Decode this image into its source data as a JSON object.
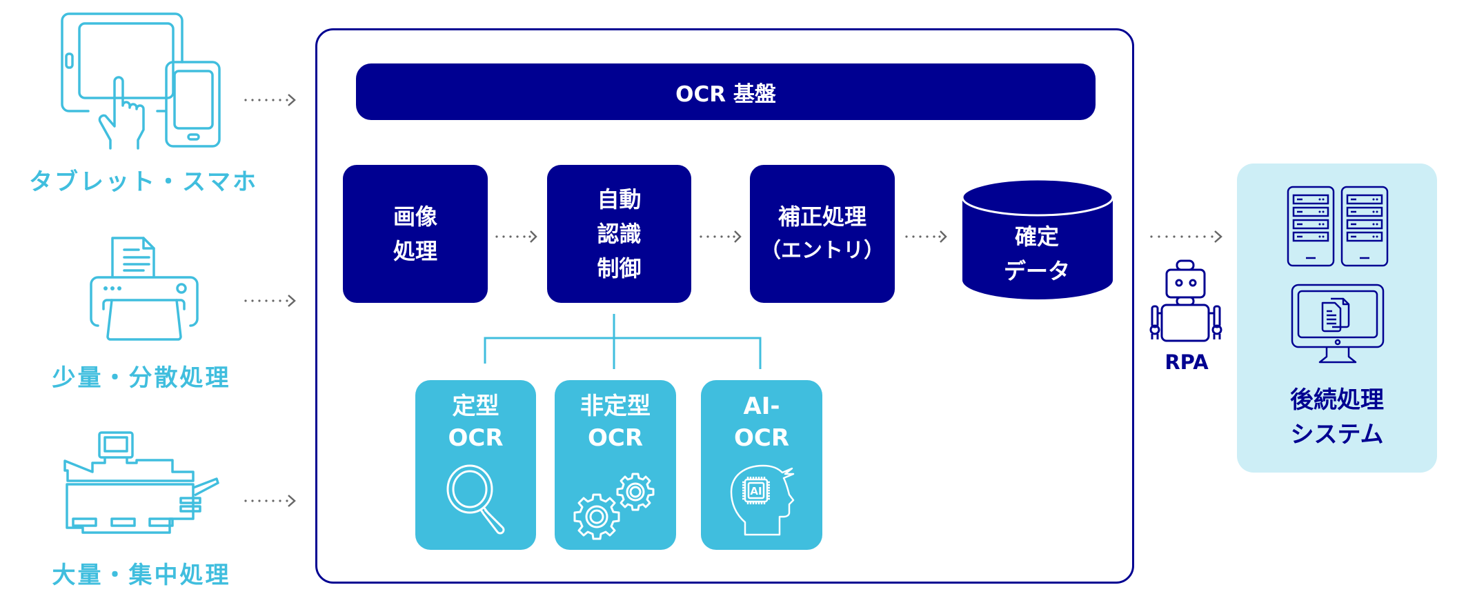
{
  "title": "OCR 基盤",
  "colors": {
    "navy": "#000091",
    "cyan": "#40bede",
    "light_panel": "#cdeef6",
    "arrow_gray": "#666666"
  },
  "sources": [
    {
      "label": "タブレット・スマホ",
      "icon": "tablet-smartphone-icon"
    },
    {
      "label": "少量・分散処理",
      "icon": "printer-icon"
    },
    {
      "label": "大量・集中処理",
      "icon": "multifunction-copier-icon"
    }
  ],
  "platform": {
    "header": "OCR 基盤",
    "steps": [
      {
        "lines": [
          "画像",
          "処理"
        ]
      },
      {
        "lines": [
          "自動",
          "認識",
          "制御"
        ]
      },
      {
        "lines": [
          "補正処理",
          "（エントリ）"
        ]
      }
    ],
    "database": {
      "lines": [
        "確定",
        "データ"
      ],
      "icon": "database-cylinder-icon"
    },
    "ocr_types": [
      {
        "lines": [
          "定型",
          "OCR"
        ],
        "icon": "magnifier-icon"
      },
      {
        "lines": [
          "非定型",
          "OCR"
        ],
        "icon": "gears-icon"
      },
      {
        "lines": [
          "AI-",
          "OCR"
        ],
        "icon": "ai-head-icon",
        "chip_label": "AI"
      }
    ]
  },
  "rpa": {
    "label": "RPA",
    "icon": "robot-icon"
  },
  "downstream": {
    "lines": [
      "後続処理",
      "システム"
    ],
    "icons": [
      "server-rack-icon",
      "server-rack-icon",
      "monitor-documents-icon"
    ]
  }
}
